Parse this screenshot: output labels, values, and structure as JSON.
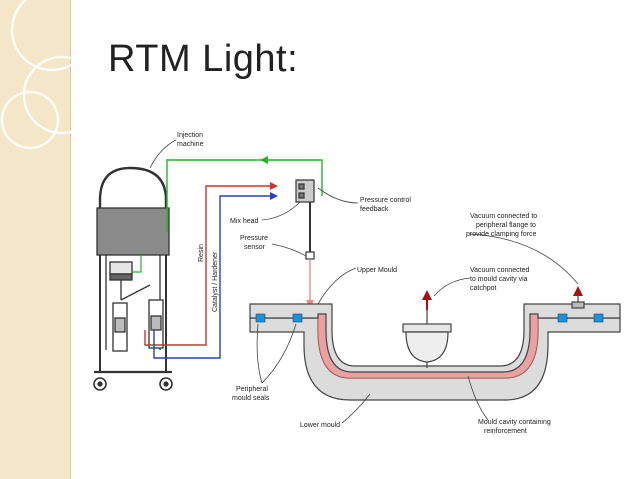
{
  "slide": {
    "title": "RTM Light:"
  },
  "labels": {
    "injection_machine_1": "Injection",
    "injection_machine_2": "machine",
    "pressure_control_1": "Pressure control",
    "pressure_control_2": "feedback",
    "mix_head": "Mix head",
    "pressure_sensor_1": "Pressure",
    "pressure_sensor_2": "sensor",
    "upper_mould": "Upper Mould",
    "vacuum_flange_1": "Vacuum connected to",
    "vacuum_flange_2": "peripheral flange to",
    "vacuum_flange_3": "provide clamping force",
    "vacuum_cavity_1": "Vacuum connected",
    "vacuum_cavity_2": "to mould cavity via",
    "vacuum_cavity_3": "catchpot",
    "resin": "Resin",
    "catalyst": "Catalyst / Hardener",
    "peripheral_seals_1": "Peripheral",
    "peripheral_seals_2": "mould seals",
    "lower_mould": "Lower mould",
    "cavity_1": "Mould cavity containing",
    "cavity_2": "reinforcement"
  },
  "colors": {
    "side_strip": "#f3e6c9",
    "resin_line": "#d43030",
    "catalyst_line": "#2c3fb8",
    "feedback_line": "#29b229",
    "mould_fill": "#dcdcdc",
    "cavity_fill": "#e8a2a2",
    "seal_fill": "#1f8fd6",
    "vacuum_arrow": "#a01414"
  }
}
